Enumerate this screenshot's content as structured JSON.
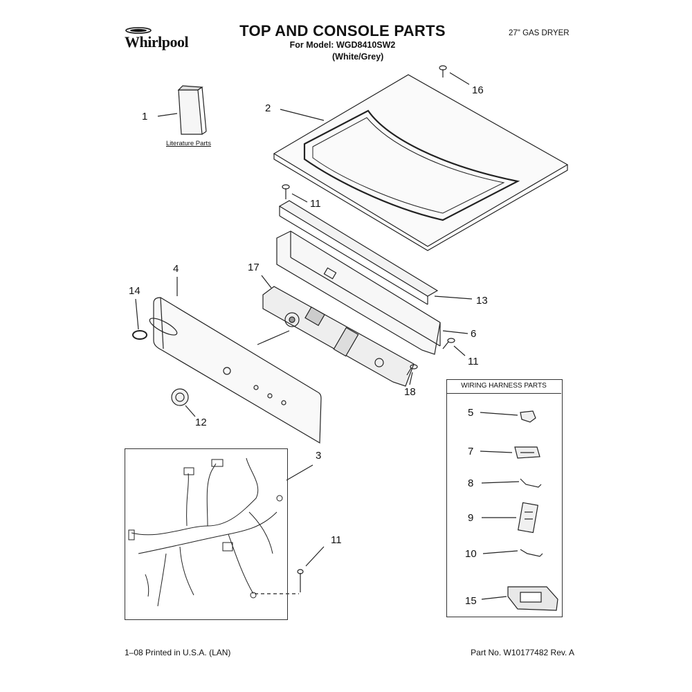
{
  "header": {
    "brand": "Whirlpool",
    "title": "TOP AND CONSOLE PARTS",
    "model_line": "For Model: WGD8410SW2",
    "variant": "(White/Grey)",
    "appliance": "27\" GAS DRYER"
  },
  "literature_label": "Literature Parts",
  "wiring_harness_title": "WIRING HARNESS PARTS",
  "callouts": {
    "c1": "1",
    "c2": "2",
    "c3": "3",
    "c4": "4",
    "c5": "5",
    "c6": "6",
    "c7": "7",
    "c8": "8",
    "c9": "9",
    "c10": "10",
    "c11a": "11",
    "c11b": "11",
    "c11c": "11",
    "c12": "12",
    "c13": "13",
    "c14": "14",
    "c15": "15",
    "c16": "16",
    "c17": "17",
    "c18": "18"
  },
  "footer": {
    "printed": "1–08 Printed in U.S.A. (LAN)",
    "part_no": "Part No. W10177482 Rev. A"
  }
}
